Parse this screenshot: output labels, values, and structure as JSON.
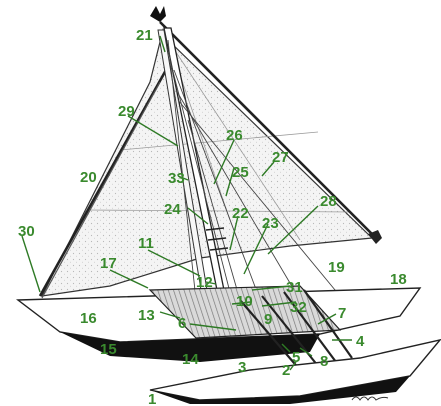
{
  "colors": {
    "label": "#3a8a2e",
    "line": "#2e7a25",
    "ink": "#1a1a1a",
    "sail": "#eeeeee",
    "hull_dark": "#111111"
  },
  "callouts": [
    {
      "id": "1",
      "text": "1"
    },
    {
      "id": "2",
      "text": "2"
    },
    {
      "id": "3",
      "text": "3"
    },
    {
      "id": "4",
      "text": "4"
    },
    {
      "id": "5",
      "text": "5"
    },
    {
      "id": "6",
      "text": "6"
    },
    {
      "id": "7",
      "text": "7"
    },
    {
      "id": "8",
      "text": "8"
    },
    {
      "id": "9",
      "text": "9"
    },
    {
      "id": "10",
      "text": "10"
    },
    {
      "id": "11",
      "text": "11"
    },
    {
      "id": "12",
      "text": "12"
    },
    {
      "id": "13",
      "text": "13"
    },
    {
      "id": "14",
      "text": "14"
    },
    {
      "id": "15",
      "text": "15"
    },
    {
      "id": "16",
      "text": "16"
    },
    {
      "id": "17",
      "text": "17"
    },
    {
      "id": "18",
      "text": "18"
    },
    {
      "id": "19",
      "text": "19"
    },
    {
      "id": "20",
      "text": "20"
    },
    {
      "id": "21",
      "text": "21"
    },
    {
      "id": "22",
      "text": "22"
    },
    {
      "id": "23",
      "text": "23"
    },
    {
      "id": "24",
      "text": "24"
    },
    {
      "id": "25",
      "text": "25"
    },
    {
      "id": "26",
      "text": "26"
    },
    {
      "id": "27",
      "text": "27"
    },
    {
      "id": "28",
      "text": "28"
    },
    {
      "id": "29",
      "text": "29"
    },
    {
      "id": "30",
      "text": "30"
    },
    {
      "id": "31",
      "text": "31"
    },
    {
      "id": "32",
      "text": "32"
    },
    {
      "id": "33",
      "text": "33"
    }
  ]
}
